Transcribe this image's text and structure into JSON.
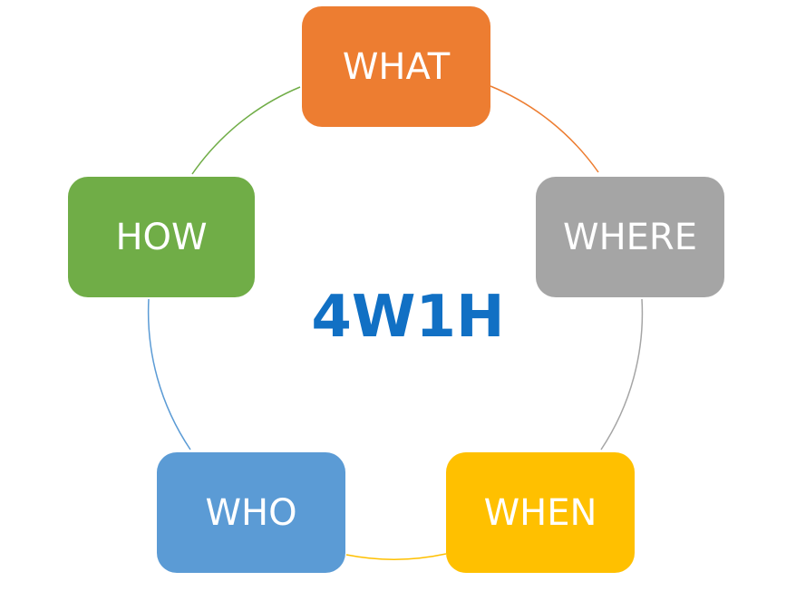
{
  "diagram": {
    "title": "4W1H",
    "title_color": "#1170c4",
    "nodes": [
      {
        "label": "WHAT",
        "color": "#ed7d31"
      },
      {
        "label": "WHERE",
        "color": "#a5a5a5"
      },
      {
        "label": "WHEN",
        "color": "#ffc000"
      },
      {
        "label": "WHO",
        "color": "#5b9bd5"
      },
      {
        "label": "HOW",
        "color": "#70ad47"
      }
    ]
  }
}
